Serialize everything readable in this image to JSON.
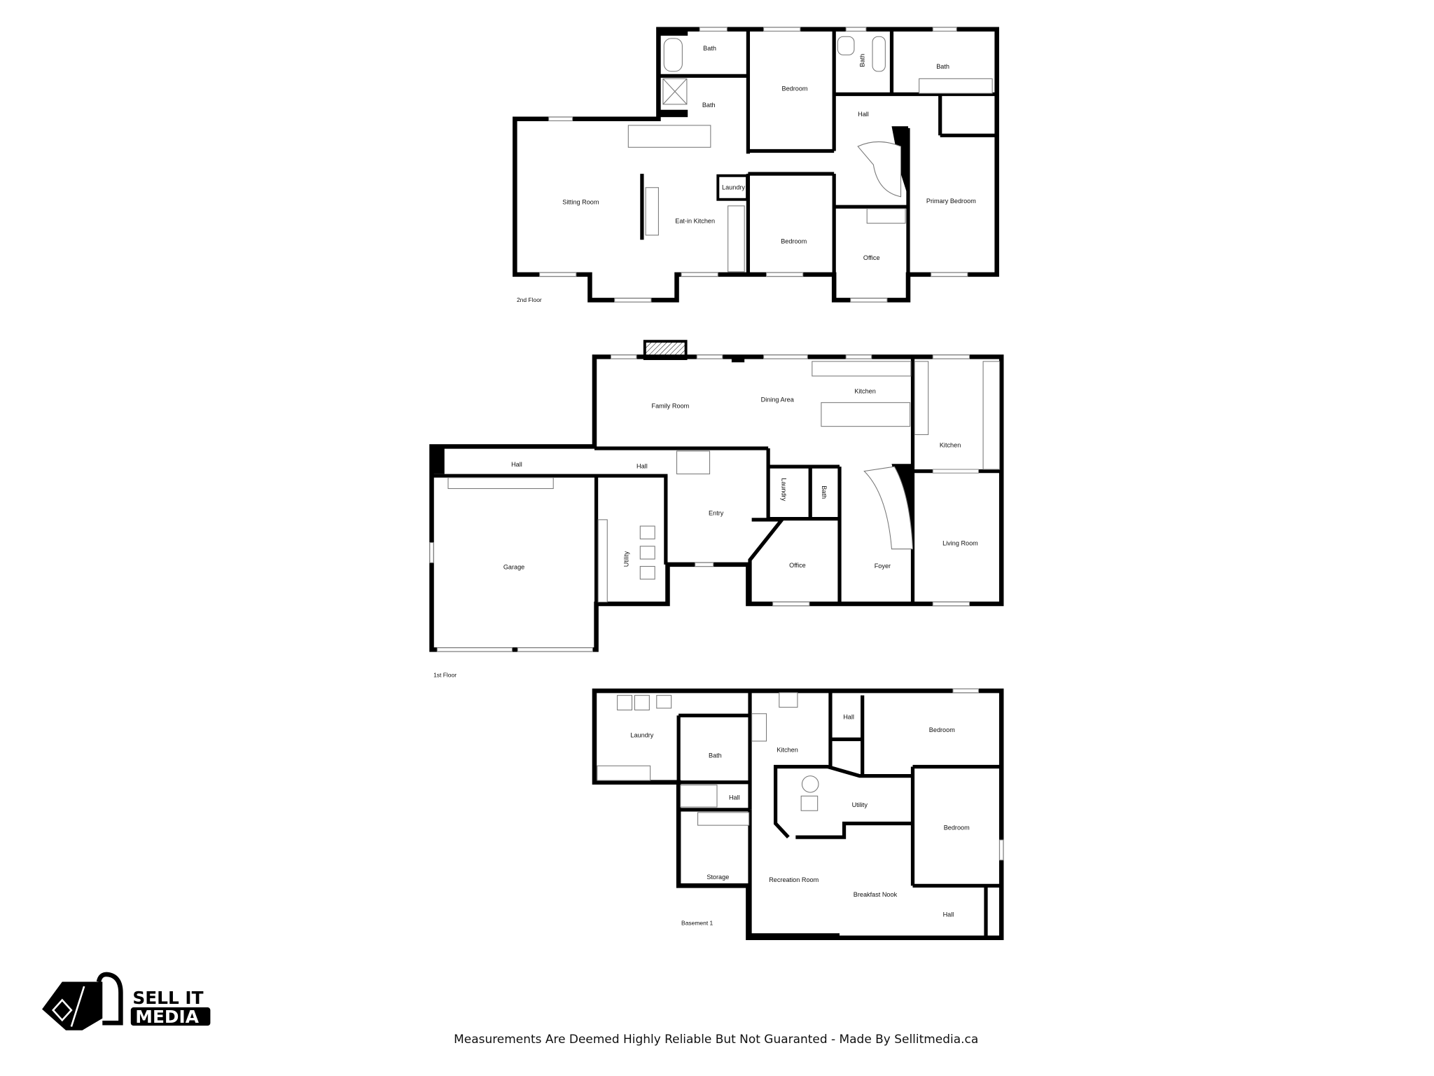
{
  "floors": {
    "second": {
      "name": "2nd Floor",
      "rooms": [
        "Bath",
        "Bath",
        "Bedroom",
        "Bath",
        "Bath",
        "Hall",
        "Sitting Room",
        "Laundry",
        "Eat-in Kitchen",
        "Bedroom",
        "Office",
        "Primary Bedroom"
      ]
    },
    "first": {
      "name": "1st Floor",
      "rooms": [
        "Family Room",
        "Dining Area",
        "Kitchen",
        "Kitchen",
        "Hall",
        "Hall",
        "Garage",
        "Utility",
        "Entry",
        "Laundry",
        "Bath",
        "Office",
        "Foyer",
        "Living Room"
      ]
    },
    "basement": {
      "name": "Basement 1",
      "rooms": [
        "Laundry",
        "Bath",
        "Kitchen",
        "Hall",
        "Bedroom",
        "Hall",
        "Utility",
        "Bedroom",
        "Storage",
        "Recreation Room",
        "Breakfast Nook",
        "Hall"
      ]
    }
  },
  "logo": {
    "line1": "SELL IT",
    "line2": "MEDIA"
  },
  "footer": "Measurements Are Deemed Highly Reliable But Not Guaranted - Made By Sellitmedia.ca"
}
